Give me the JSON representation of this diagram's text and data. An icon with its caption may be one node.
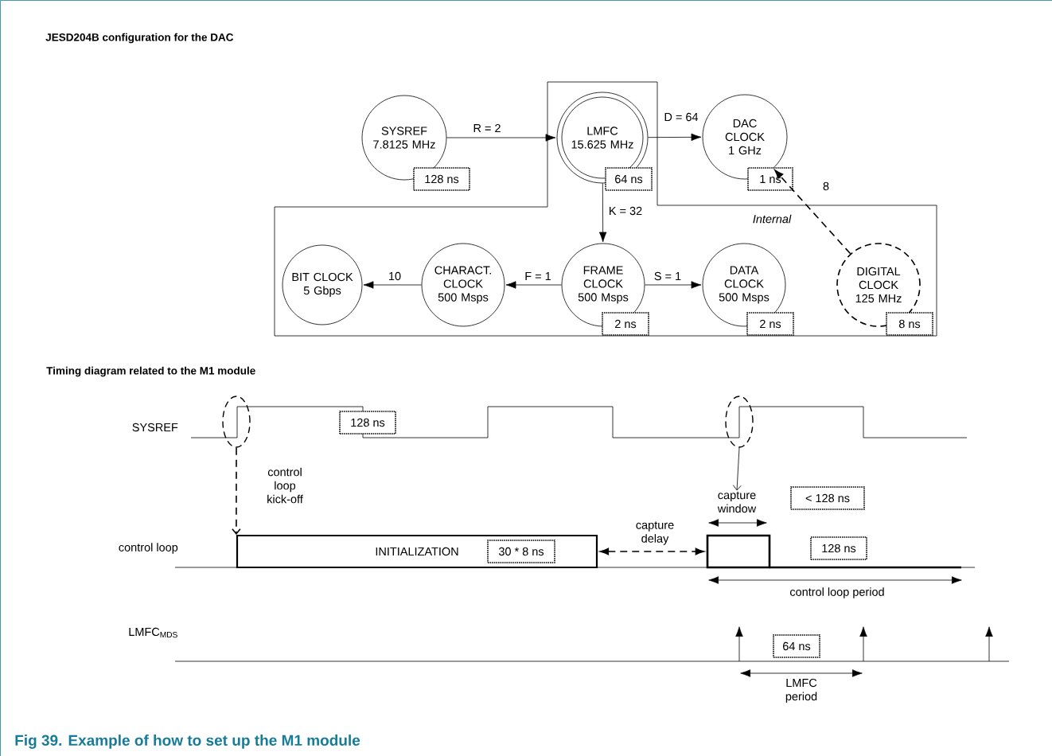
{
  "diagram": {
    "title": "JESD204B configuration for the DAC",
    "caption": "Fig 39. Example of how to set up the M1 module",
    "nodes": [
      {
        "text": [
          "SYSREF 7.8125 MHz"
        ],
        "beside": [
          "128 ns"
        ]
      },
      {
        "text": [
          "Internal"
        ]
      },
      {
        "text": [
          "LMFC 15.625 MHz"
        ],
        "beside": [
          "64 ns"
        ],
        "in": 1
      },
      {
        "text": [
          "DAC CLOCK 1 GHz"
        ],
        "beside": [
          "1 ns"
        ]
      },
      {
        "text": [
          "BIT CLOCK 5 Gbps"
        ],
        "in": 1
      },
      {
        "text": [
          "CHARACT. CLOCK 500 Msps"
        ],
        "in": 1
      },
      {
        "text": [
          "FRAME CLOCK 500 Msps"
        ],
        "beside": [
          "2 ns"
        ],
        "in": 1
      },
      {
        "text": [
          "DATA CLOCK 500 Msps"
        ],
        "beside": [
          "2 ns"
        ],
        "in": 1
      },
      {
        "text": [
          "DIGITAL CLOCK 125 MHz"
        ],
        "beside": [
          "8 ns"
        ],
        "in": 1
      },
      {
        "text": [],
        "shape": "ellipse"
      },
      {
        "text": [
          "INITIALIZATION",
          "30 * 8 ns"
        ]
      },
      {
        "text": [],
        "shape": "box"
      },
      {
        "text": [],
        "shape": "ellipse"
      },
      {
        "text": [
          "capture window"
        ]
      }
    ],
    "edges": [
      {
        "from": 0,
        "to": 2,
        "arrow": "to",
        "label": "R = 2"
      },
      {
        "from": 2,
        "to": 3,
        "arrow": "to",
        "label": "D = 64"
      },
      {
        "from": 2,
        "to": 6,
        "arrow": "to",
        "label": "K = 32"
      },
      {
        "from": 6,
        "to": 5,
        "arrow": "to",
        "label": "F = 1"
      },
      {
        "from": 5,
        "to": 4,
        "arrow": "to",
        "label": "10"
      },
      {
        "from": 6,
        "to": 7,
        "arrow": "to",
        "label": "S = 1"
      },
      {
        "from": 8,
        "to": 3,
        "arrow": "to",
        "label": "8",
        "style": "dashed"
      },
      {
        "from": 9,
        "to": 10,
        "arrow": "to",
        "label": "control loop kick-off",
        "style": "dashed"
      },
      {
        "from": 10,
        "to": 11,
        "arrow": "both",
        "label": "capture delay",
        "style": "dashed"
      },
      {
        "from": 12,
        "to": 13,
        "arrow": "to"
      }
    ],
    "labels": [
      "Timing diagram related to the M1 module",
      "SYSREF",
      "128 ns",
      "control loop",
      "< 128 ns",
      "128 ns",
      "control loop period",
      "LMFC$_{MDS}$",
      "64 ns",
      "LMFC period"
    ]
  }
}
